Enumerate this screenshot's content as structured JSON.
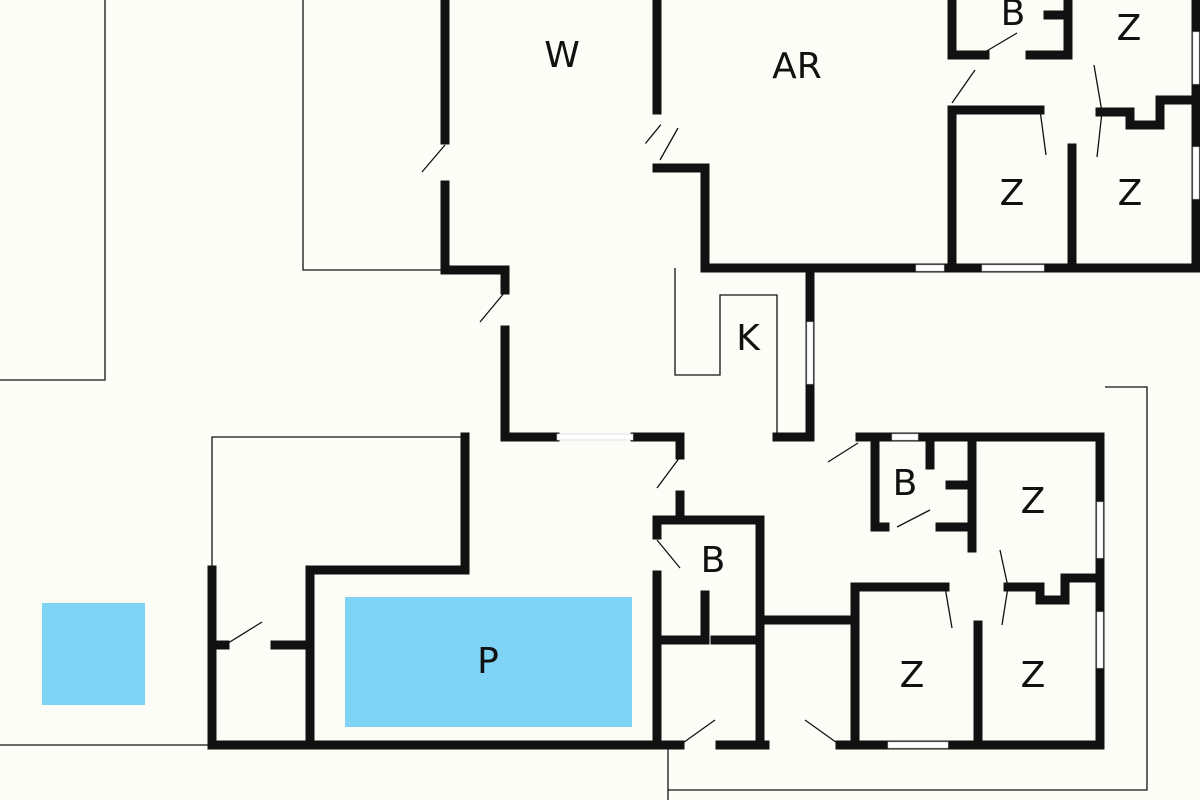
{
  "colors": {
    "wall": "#111111",
    "pool": "#7fd3f5",
    "floor": "#fdfdf8"
  },
  "rooms": [
    {
      "label": "W"
    },
    {
      "label": "AR"
    },
    {
      "label": "B"
    },
    {
      "label": "Z"
    },
    {
      "label": "Z"
    },
    {
      "label": "Z"
    },
    {
      "label": "K"
    },
    {
      "label": "B"
    },
    {
      "label": "Z"
    },
    {
      "label": "B"
    },
    {
      "label": "P"
    },
    {
      "label": "Z"
    },
    {
      "label": "Z"
    }
  ]
}
